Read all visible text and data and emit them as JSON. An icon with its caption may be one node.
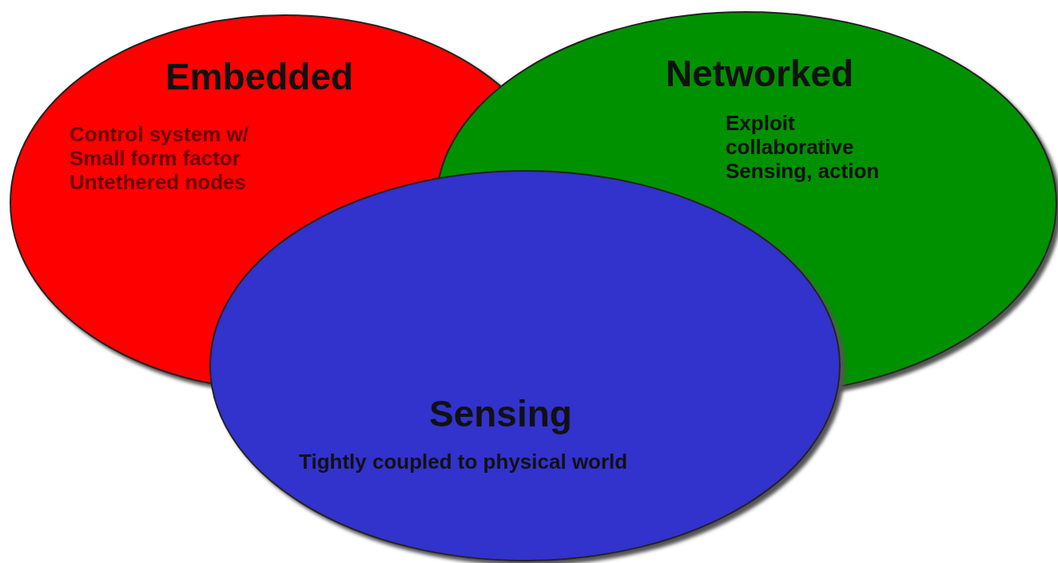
{
  "diagram": {
    "nodes": [
      {
        "text": [
          "Embedded",
          "Control system w/",
          "Small form factor",
          "Untethered nodes"
        ]
      },
      {
        "text": [
          "Networked",
          "Exploit collaborative Sensing, action"
        ]
      },
      {
        "text": [
          "Sensing",
          "Tightly coupled to physical world"
        ]
      }
    ]
  }
}
